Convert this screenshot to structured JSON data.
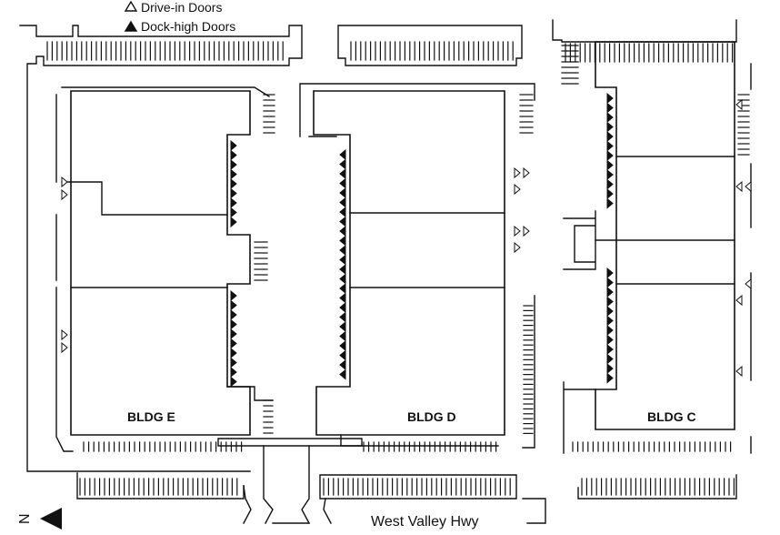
{
  "legend": {
    "drive_in_label": "Drive-in Doors",
    "dock_high_label": "Dock-high Doors"
  },
  "buildings": [
    {
      "id": "e",
      "label": "BLDG E"
    },
    {
      "id": "d",
      "label": "BLDG D"
    },
    {
      "id": "c",
      "label": "BLDG C"
    }
  ],
  "road": {
    "label": "West Valley Hwy"
  },
  "north": {
    "label": "N"
  },
  "colors": {
    "ink": "#111111",
    "paper": "#ffffff"
  }
}
